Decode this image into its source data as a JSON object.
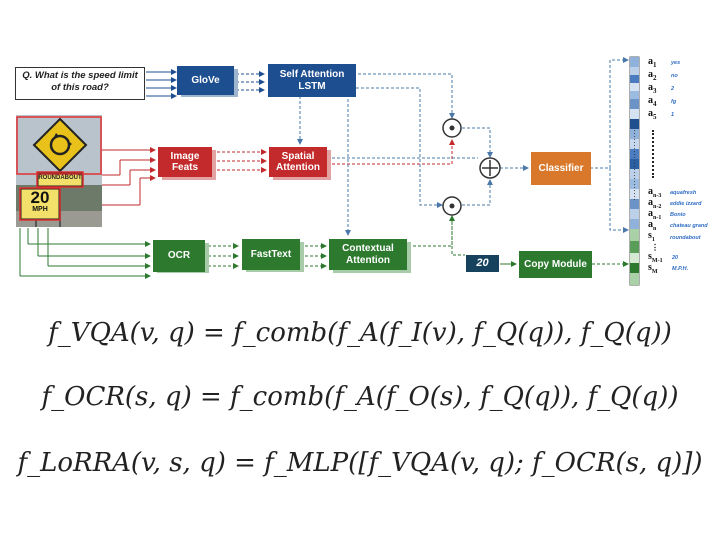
{
  "question": "Q. What is the speed limit of this road?",
  "nodes": {
    "glove": "GloVe",
    "self_attention": "Self Attention LSTM",
    "image_feats": "Image Feats",
    "spatial_attention": "Spatial Attention",
    "ocr": "OCR",
    "fasttext": "FastText",
    "contextual_attention": "Contextual Attention",
    "classifier": "Classifier",
    "copy_value": "20",
    "copy_module": "Copy Module"
  },
  "sign": {
    "roundabout": "ROUNDABOUT",
    "speed": "20",
    "unit": "MPH"
  },
  "answer_labels": {
    "a1": "a",
    "a1_sub": "1",
    "a1_value": "yes",
    "a2": "a",
    "a2_sub": "2",
    "a2_value": "no",
    "a3": "a",
    "a3_sub": "3",
    "a3_value": "2",
    "a4": "a",
    "a4_sub": "4",
    "a4_value": "fg",
    "a5": "a",
    "a5_sub": "5",
    "a5_value": "1",
    "an3": "a",
    "an3_sub": "n-3",
    "an3_value": "aquafresh",
    "an2": "a",
    "an2_sub": "n-2",
    "an2_value": "eddie izzard",
    "an1": "a",
    "an1_sub": "n-1",
    "an1_value": "Bonio",
    "an": "a",
    "an_sub": "n",
    "an_value": "chateau grand",
    "s1": "s",
    "s1_sub": "1",
    "s1_value": "roundabout",
    "sM1": "s",
    "sM1_sub": "M-1",
    "sM1_value": "20",
    "sM": "s",
    "sM_sub": "M",
    "sM_value": "M.P.H."
  },
  "colors": {
    "blue": "#1d4e8f",
    "red": "#c22a2b",
    "green": "#2d7a2f",
    "orange": "#d9782b",
    "navy": "#17425e",
    "answer_text": "#2f6cc4"
  },
  "equations": {
    "vqa": "f_VQA(v, q) = f_comb(f_A(f_I(v), f_Q(q)), f_Q(q))",
    "ocr": "f_OCR(s, q) = f_comb(f_A(f_O(s), f_Q(q)), f_Q(q))",
    "lorra": "f_LoRRA(v, s, q) = f_MLP([f_VQA(v, q); f_OCR(s, q)])"
  }
}
